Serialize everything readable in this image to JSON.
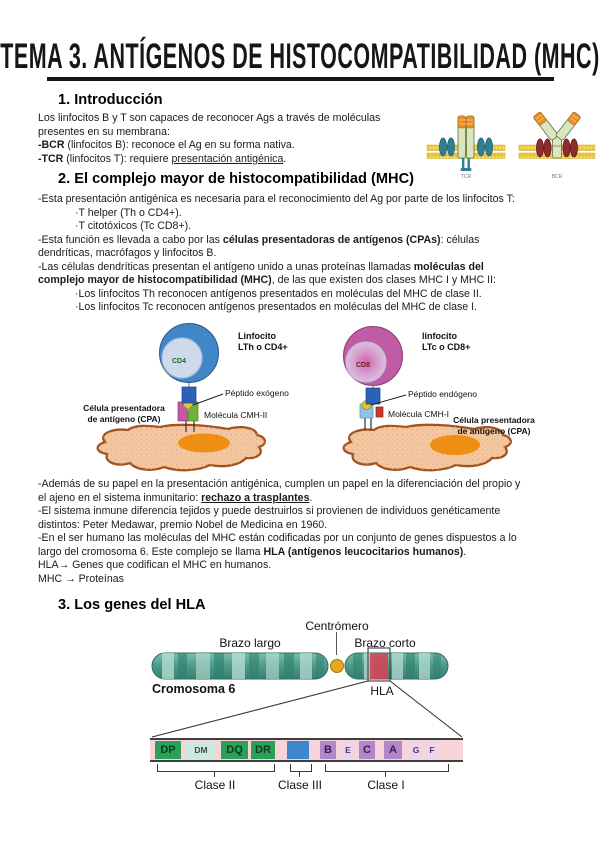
{
  "title": "TEMA 3. ANTÍGENOS DE HISTOCOMPATIBILIDAD (MHC)",
  "intro": {
    "heading": "1. Introducción",
    "l1": "Los linfocitos B y T son capaces de reconocer Ags a través de moléculas",
    "l2": "presentes en su membrana:",
    "l3b": "-BCR",
    "l3r": " (linfocitos B): reconoce el Ag en su forma nativa.",
    "l4b": "-TCR",
    "l4m": " (linfocitos T): requiere ",
    "l4u": "presentación antigénica",
    "l4e": "."
  },
  "receptors": {
    "tcr_label": "TCR",
    "bcr_label": "BCR"
  },
  "mhc": {
    "heading": "2. El complejo mayor de histocompatibilidad (MHC)",
    "l1": "-Esta presentación antigénica es necesaria para el reconocimiento del Ag por parte de los linfocitos T:",
    "l2": "·T helper (Th o CD4+).",
    "l3": "·T citotóxicos (Tc CD8+).",
    "l4a": "-Esta función es llevada a cabo por las ",
    "l4b": "células presentadoras de antígenos (CPAs)",
    "l4c": ": células",
    "l5": "dendríticas, macrófagos y linfocitos B.",
    "l6a": "-Las células dendríticas presentan el antígeno unido a unas proteínas llamadas ",
    "l6b": "moléculas del",
    "l7a": "complejo mayor de histocompatibilidad (MHC)",
    "l7b": ", de las que existen dos clases MHC I y MHC II:",
    "l8": "·Los linfocitos Th reconocen antígenos presentados en moléculas del MHC de clase II.",
    "l9": "·Los linfocitos Tc reconocen antígenos presentados en moléculas del MHC de clase I."
  },
  "cells": {
    "left": {
      "cell_line1": "Linfocito",
      "cell_line2": "LTh o CD4+",
      "cd": "CD4",
      "peptide": "Péptido exógeno",
      "molecule": "Molécula CMH-II",
      "cpa1": "Célula presentadora",
      "cpa2": "de antígeno (CPA)"
    },
    "right": {
      "cell_line1": "linfocito",
      "cell_line2": "LTc o CD8+",
      "cd": "CD8",
      "peptide": "Péptido endógeno",
      "molecule": "Molécula CMH-I",
      "cpa1": "Célula presentadora",
      "cpa2": "de antígeno (CPA)"
    }
  },
  "after": {
    "l1": "-Además de su papel en la presentación antigénica, cumplen un papel en la diferenciación del propio y",
    "l2a": "el ajeno en el sistema inmunitario: ",
    "l2b": "rechazo a trasplantes",
    "l2c": ".",
    "l3": "-El sistema inmune diferencia tejidos y puede destruirlos si provienen de individuos genéticamente",
    "l4": "distintos: Peter Medawar, premio Nobel de Medicina en 1960.",
    "l5": "-En el ser humano las moléculas del MHC están codificadas por un conjunto de genes dispuestos a lo",
    "l6a": "largo del cromosoma 6. Este complejo se llama ",
    "l6b": "HLA (antígenos leucocitarios humanos)",
    "l6c": ".",
    "l7": "HLA→ Genes que codifican el MHC en humanos.",
    "l8": "MHC → Proteínas"
  },
  "hla": {
    "heading": "3. Los genes del HLA",
    "chromosome": {
      "centromere": "Centrómero",
      "long_arm": "Brazo largo",
      "short_arm": "Brazo corto",
      "name": "Cromosoma 6",
      "hla": "HLA"
    },
    "gene_map": {
      "genes": [
        {
          "label": "DP"
        },
        {
          "label": "DM"
        },
        {
          "label": "DQ"
        },
        {
          "label": "DR"
        },
        {
          "label": ""
        },
        {
          "label": "B"
        },
        {
          "label": "E"
        },
        {
          "label": "C"
        },
        {
          "label": "A"
        },
        {
          "label": "G"
        },
        {
          "label": "F"
        }
      ],
      "classes": [
        {
          "label": "Clase II"
        },
        {
          "label": "Clase III"
        },
        {
          "label": "Clase I"
        }
      ]
    }
  },
  "palette": {
    "chromosome_teal": "#4E9D8C",
    "hla_red": "#D04858",
    "centromere_orange": "#E8A81E",
    "gene_bar_pink": "#F7D3DA",
    "gene_green": "#2AA157",
    "gene_blue": "#3C87CE",
    "gene_purple": "#B287C9",
    "lymph_blue": "#4186C6",
    "lymph_magenta": "#C05BA5",
    "cpa_salmon": "#F4C7A1",
    "nucleus_orange": "#EE8E12",
    "membrane_yellow": "#E9C73E"
  }
}
